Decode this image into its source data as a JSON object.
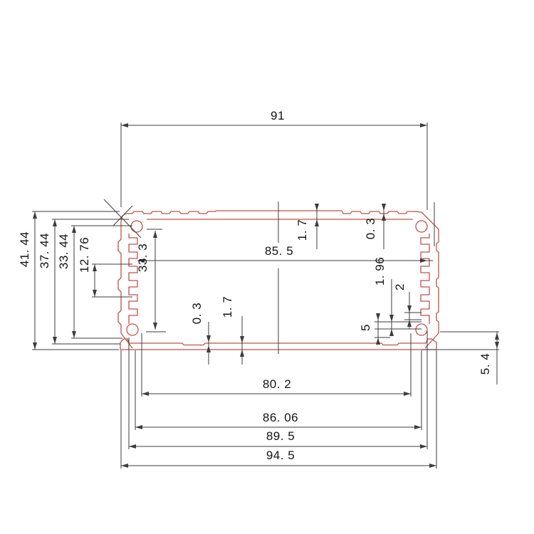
{
  "drawing": {
    "type": "aluminum-extrusion-enclosure-cross-section",
    "colors": {
      "background": "#ffffff",
      "profile": "#c0524a",
      "lines": "#3d3d3d",
      "text": "#141414"
    },
    "dims": {
      "outer_width": "91",
      "overall_height": "41. 44",
      "mid_height": "37. 44",
      "inner_frame_height": "33. 44",
      "slot_span": "12. 76",
      "cavity_height": "33. 3",
      "cavity_width": "85. 5",
      "top_wall_thk": "1. 7",
      "top_step": "0. 3",
      "rib_gap_196": "1. 96",
      "rib_gap_2": "2",
      "rib_gap_5": "5",
      "bottom_step": "0. 3",
      "bottom_wall_thk": "1. 7",
      "panel_drop": "5. 4",
      "span_inner_bottom": "80. 2",
      "span_panel": "86. 06",
      "span_wall_outer": "89. 5",
      "span_overall_bottom": "94. 5"
    }
  }
}
